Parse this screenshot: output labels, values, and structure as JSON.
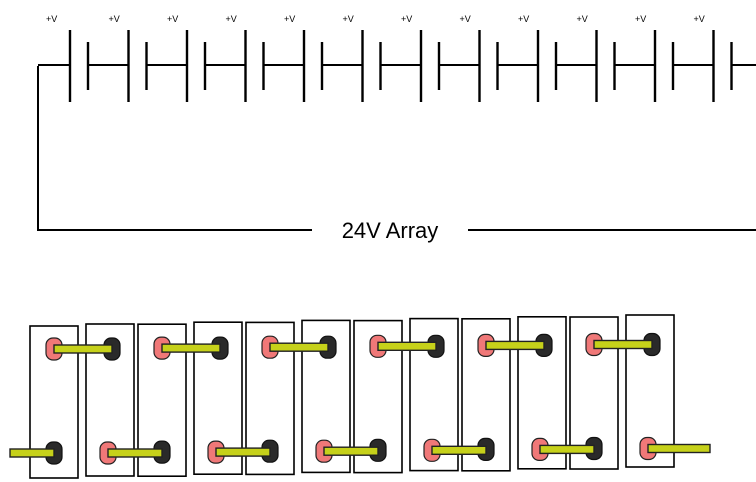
{
  "schematic": {
    "cell_count": 12,
    "positive_label": "+V",
    "array_label": "24V Array"
  },
  "layout_diagram": {
    "battery_count": 12,
    "colors": {
      "positive_terminal": "#f07878",
      "negative_terminal": "#2a2a2a",
      "link_bar": "#c6d11a",
      "casing": "#ffffff"
    }
  }
}
